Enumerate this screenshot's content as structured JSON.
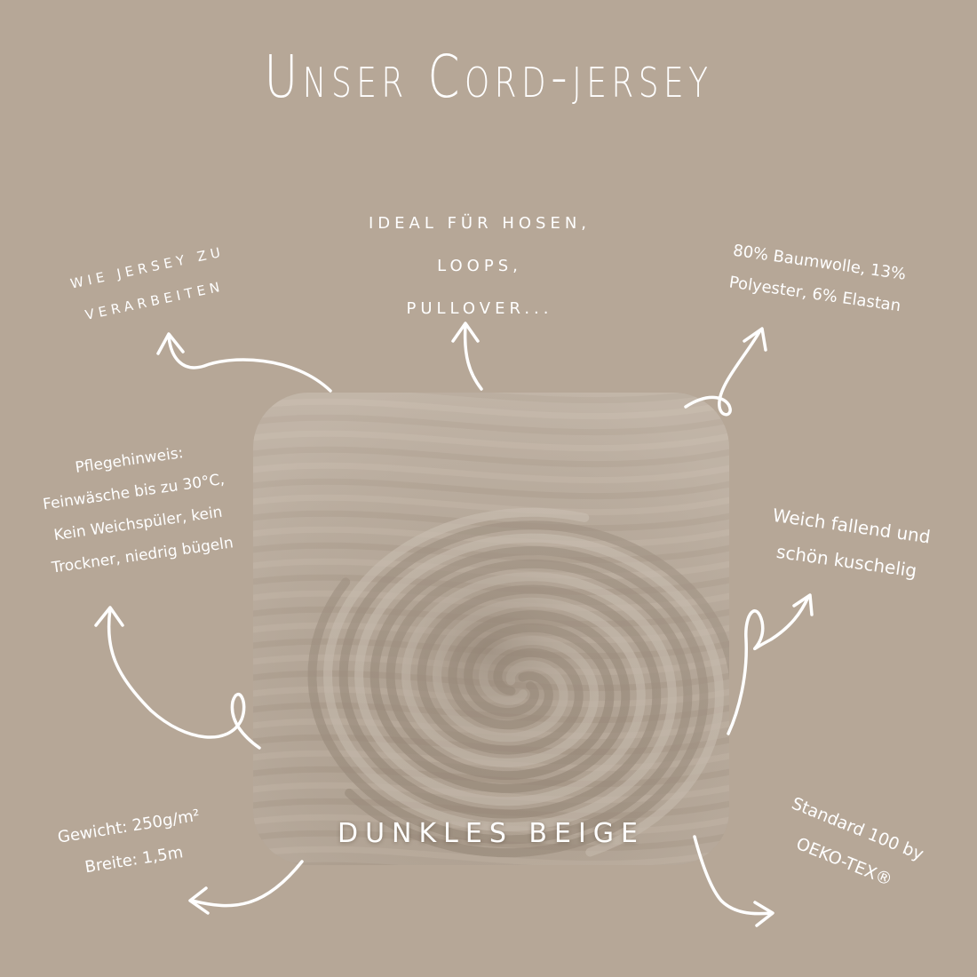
{
  "title": "Unser Cord-jersey",
  "notes": {
    "processing": [
      "wie Jersey zu",
      "verarbeiten"
    ],
    "ideal": [
      "Ideal für Hosen,",
      "Loops,",
      "Pullover..."
    ],
    "material": [
      "80% Baumwolle, 13%",
      "Polyester, 6% Elastan"
    ],
    "care": [
      "Pflegehinweis:",
      "Feinwäsche bis zu 30°C,",
      "Kein Weichspüler, kein",
      "Trockner, niedrig bügeln"
    ],
    "feel": [
      "Weich fallend und",
      "schön kuschelig"
    ],
    "weight": [
      "Gewicht: 250g/m²",
      "Breite: 1,5m"
    ],
    "certification": [
      "Standard 100 by",
      "OEKO-TEX®"
    ]
  },
  "fabric": {
    "color_label": "Dunkles Beige",
    "icon": "corduroy-fabric-photo"
  },
  "colors": {
    "background": "#b6a797",
    "text": "#ffffff",
    "fabric_base": "#b3a596"
  }
}
